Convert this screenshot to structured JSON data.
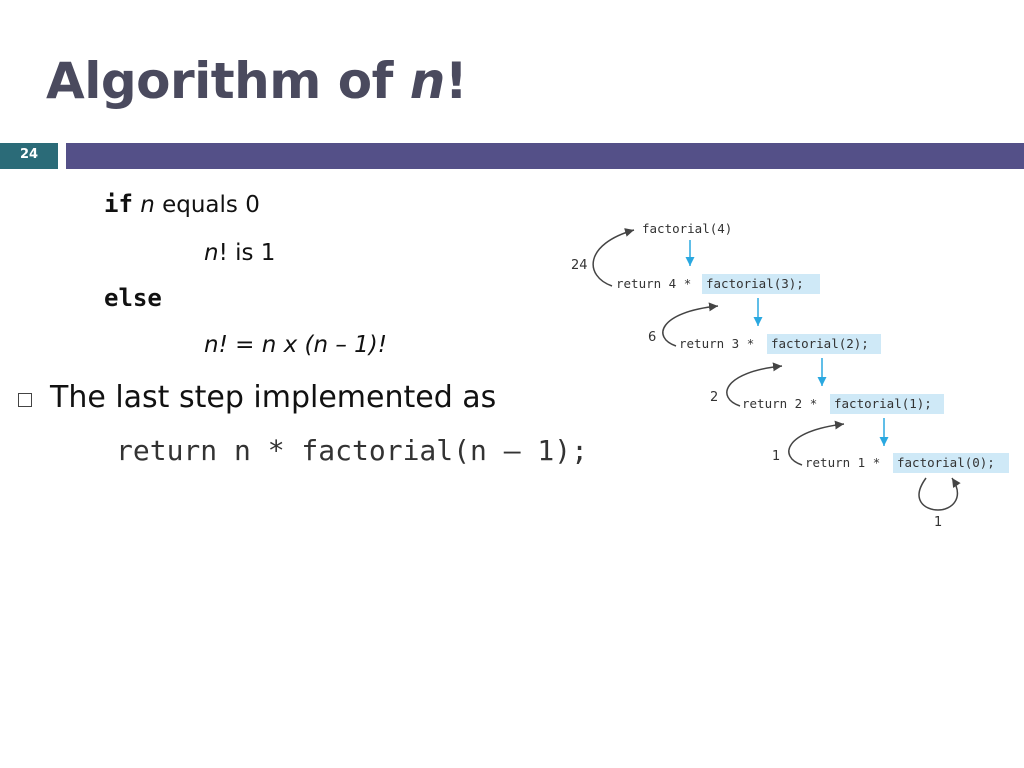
{
  "slide": {
    "title_prefix": "Algorithm of ",
    "title_n": "n",
    "title_suffix": "!",
    "number": "24"
  },
  "algorithm": {
    "if_kw": "if",
    "if_n": "n",
    "if_rest": "equals 0",
    "then_n": "n",
    "then_rest": "! is 1",
    "else_kw": "else",
    "else_expr": "n! = n x (n – 1)!"
  },
  "bullet": {
    "text": "The last step implemented as",
    "code": "return n * factorial(n – 1);"
  },
  "diagram": {
    "top_call": "factorial(4)",
    "steps": [
      {
        "ret": "return 4 *",
        "call": "factorial(3);",
        "result": "24"
      },
      {
        "ret": "return 3 *",
        "call": "factorial(2);",
        "result": "6"
      },
      {
        "ret": "return 2 *",
        "call": "factorial(1);",
        "result": "2"
      },
      {
        "ret": "return 1 *",
        "call": "factorial(0);",
        "result": "1"
      }
    ],
    "base_result": "1",
    "colors": {
      "highlight": "#cfe9f7",
      "arrow_down": "#2aa8e0",
      "arrow_curve": "#444444"
    }
  }
}
